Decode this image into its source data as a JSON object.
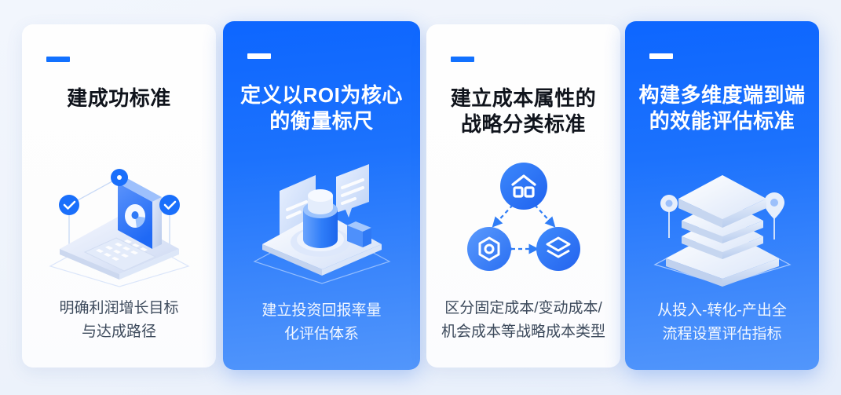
{
  "theme": {
    "page_background": "#eef3fb",
    "accent_blue": "#1271ff",
    "card_blue_top": "#0d66ff",
    "card_blue_bottom": "#5296fb",
    "title_dark": "#10141c",
    "caption_dark": "#3d4a5c",
    "card_light_bg": "#fefefe",
    "white": "#ffffff"
  },
  "cards": [
    {
      "variant": "light",
      "accent_dash": "accent-dash",
      "title_lines": [
        "建成功标准"
      ],
      "illustration": "isometric-laptop-pie-chart-icon",
      "caption_lines": [
        "明确利润增长目标",
        "与达成路径"
      ]
    },
    {
      "variant": "blue",
      "accent_dash": "accent-dash",
      "title_lines": [
        "定义以ROI为核心",
        "的衡量标尺"
      ],
      "illustration": "isometric-data-cylinder-icon",
      "caption_lines": [
        "建立投资回报率量",
        "化评估体系"
      ]
    },
    {
      "variant": "light",
      "accent_dash": "accent-dash",
      "title_lines": [
        "建立成本属性的",
        "战略分类标准"
      ],
      "illustration": "triangle-node-diagram-icon",
      "caption_lines": [
        "区分固定成本/变动成本/",
        "机会成本等战略成本类型"
      ]
    },
    {
      "variant": "blue",
      "accent_dash": "accent-dash",
      "title_lines": [
        "构建多维度端到端",
        "的效能评估标准"
      ],
      "illustration": "isometric-layer-stack-icon",
      "caption_lines": [
        "从投入-转化-产出全",
        "流程设置评估指标"
      ]
    }
  ]
}
